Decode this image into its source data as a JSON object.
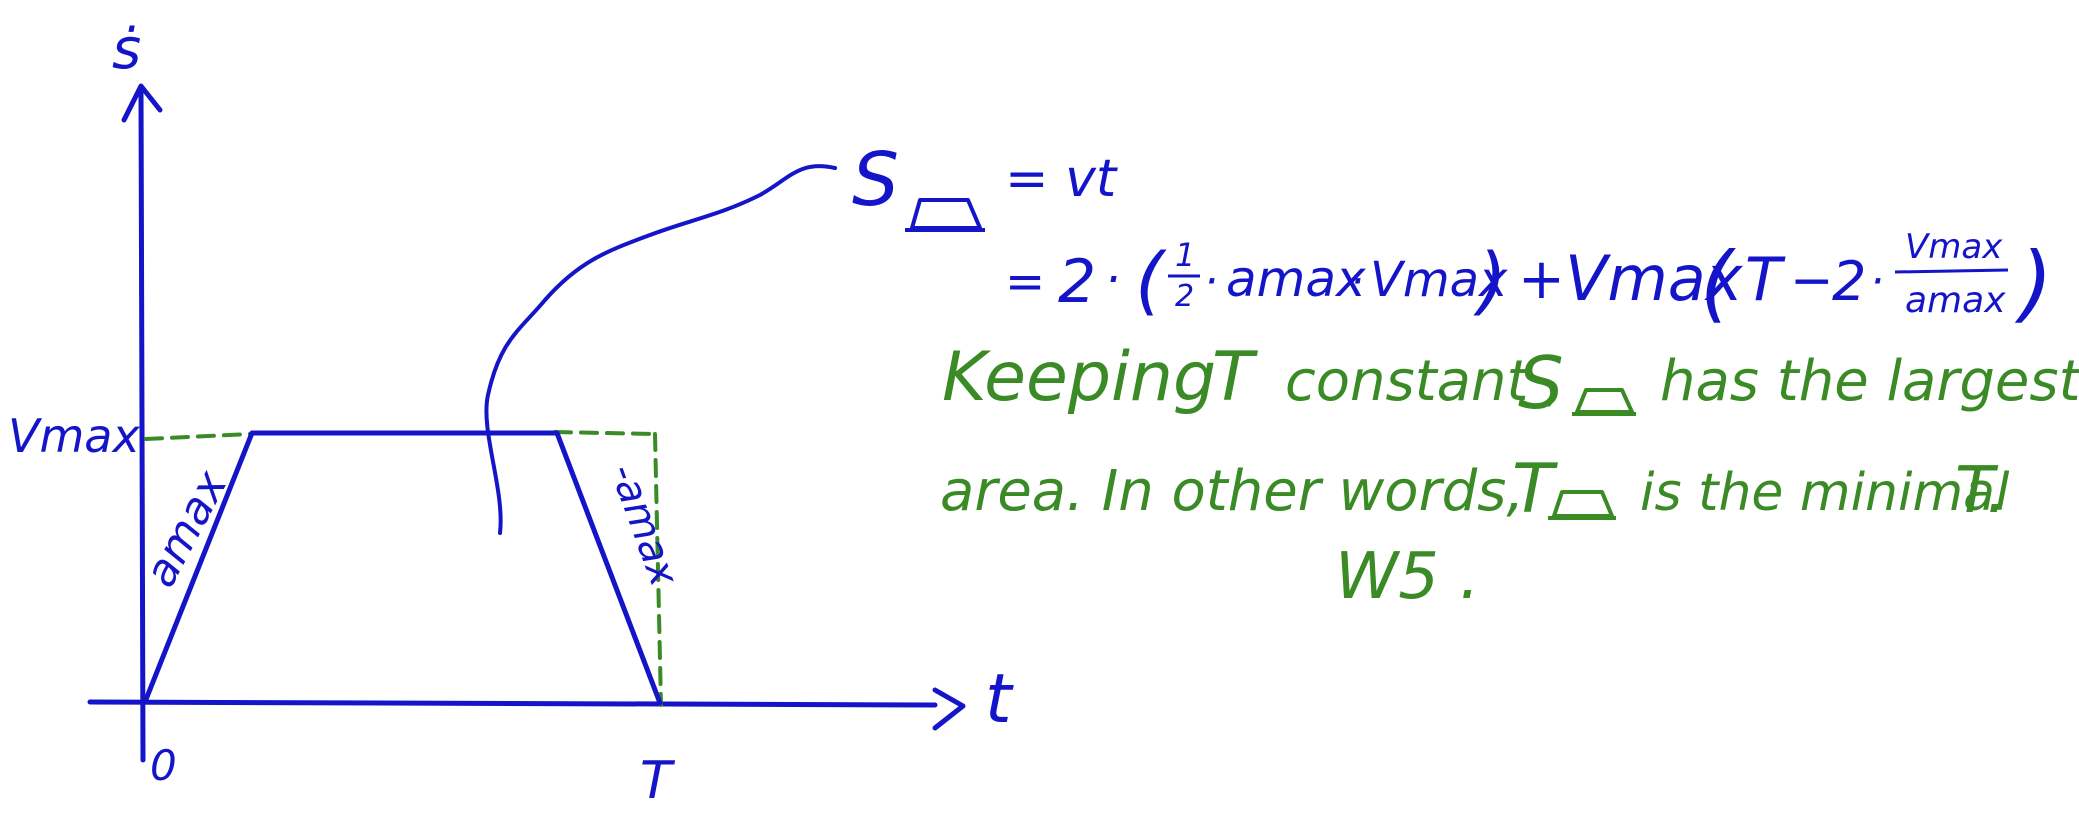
{
  "colors": {
    "blue_ink": "#1414c8",
    "green_ink": "#3a8a26",
    "background": "#ffffff"
  },
  "axes": {
    "y_label": "ṡ",
    "x_label": "t",
    "origin_label": "0",
    "end_label": "T",
    "vmax_label": "Vmax"
  },
  "slopes": {
    "accel_label": "amax",
    "decel_label": "-amax"
  },
  "equation": {
    "lhs_symbol": "S",
    "line1_rhs": "= vt",
    "line2_eq": "=",
    "line2_two": "2",
    "line2_dot": "·",
    "line2_open": "(",
    "line2_half_num": "1",
    "line2_half_den": "2",
    "line2_dot2": "·",
    "line2_amax": "amax",
    "line2_dot3": "·",
    "line2_vmax": "Vmax",
    "line2_close": ")",
    "line2_plus": "+",
    "line2_vmax2": "Vmax",
    "line2_open2": "(",
    "line2_T": "T",
    "line2_minus": "−",
    "line2_two2": "2",
    "line2_dot4": "·",
    "line2_frac_num": "Vmax",
    "line2_frac_den": "amax",
    "line2_close2": ")"
  },
  "note": {
    "line1_a": "Keeping",
    "line1_b": "T",
    "line1_c": "constant ,",
    "line1_d": "S",
    "line1_e": "has the largest",
    "line2_a": "area. In other words,",
    "line2_b": "T",
    "line2_c": "is the minimal",
    "line2_d": "T.",
    "line3": "W5 ."
  }
}
